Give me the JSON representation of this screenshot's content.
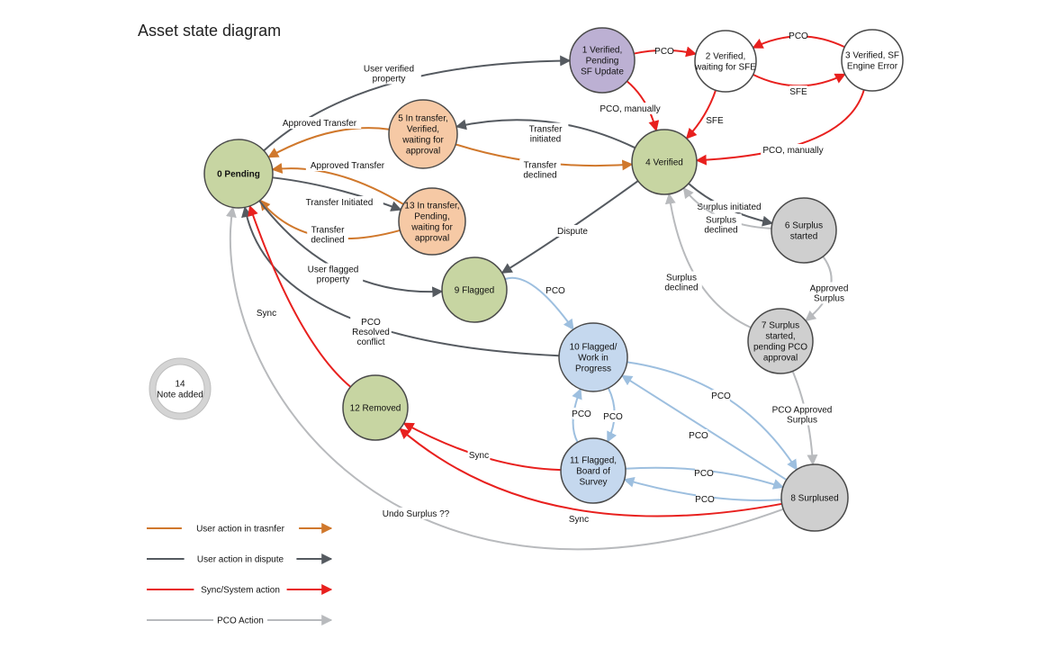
{
  "title": "Asset state diagram",
  "colors": {
    "transfer": "#d0782c",
    "dispute": "#555a60",
    "sync": "#e8201e",
    "pco": "#b8babd",
    "pco_blue": "#9dbfdf"
  },
  "nodes": [
    {
      "id": "n0",
      "lines": [
        "0 Pending"
      ],
      "fill": "#c7d5a2",
      "stroke": "#4a4a4a",
      "bold": true
    },
    {
      "id": "n1",
      "lines": [
        "1 Verified,",
        "Pending",
        "SF Update"
      ],
      "fill": "#bcb0d3",
      "stroke": "#4a4a4a"
    },
    {
      "id": "n2",
      "lines": [
        "2 Verified,",
        "waiting for SFE"
      ],
      "fill": "#ffffff",
      "stroke": "#4a4a4a"
    },
    {
      "id": "n3",
      "lines": [
        "3 Verified, SF",
        "Engine Error"
      ],
      "fill": "#ffffff",
      "stroke": "#4a4a4a"
    },
    {
      "id": "n4",
      "lines": [
        "4 Verified"
      ],
      "fill": "#c7d5a2",
      "stroke": "#4a4a4a"
    },
    {
      "id": "n5",
      "lines": [
        "5 In transfer,",
        "Verified,",
        "waiting for",
        "approval"
      ],
      "fill": "#f6c9a5",
      "stroke": "#4a4a4a"
    },
    {
      "id": "n6",
      "lines": [
        "6 Surplus",
        "started"
      ],
      "fill": "#cfcfcf",
      "stroke": "#4a4a4a"
    },
    {
      "id": "n7",
      "lines": [
        "7 Surplus",
        "started,",
        "pending PCO",
        "approval"
      ],
      "fill": "#cfcfcf",
      "stroke": "#4a4a4a"
    },
    {
      "id": "n8",
      "lines": [
        "8 Surplused"
      ],
      "fill": "#cfcfcf",
      "stroke": "#4a4a4a"
    },
    {
      "id": "n9",
      "lines": [
        "9 Flagged"
      ],
      "fill": "#c7d5a2",
      "stroke": "#4a4a4a"
    },
    {
      "id": "n10",
      "lines": [
        "10 Flagged/",
        "Work in",
        "Progress"
      ],
      "fill": "#c5d8ee",
      "stroke": "#4a4a4a"
    },
    {
      "id": "n11",
      "lines": [
        "11 Flagged,",
        "Board of",
        "Survey"
      ],
      "fill": "#c5d8ee",
      "stroke": "#4a4a4a"
    },
    {
      "id": "n12",
      "lines": [
        "12 Removed"
      ],
      "fill": "#c7d5a2",
      "stroke": "#4a4a4a"
    },
    {
      "id": "n13",
      "lines": [
        "13 In transfer,",
        "Pending,",
        "waiting for",
        "approval"
      ],
      "fill": "#f6c9a5",
      "stroke": "#4a4a4a"
    },
    {
      "id": "n14",
      "lines": [
        "14",
        "Note added"
      ],
      "fill": "#ffffff",
      "stroke": "#c8c8c8"
    }
  ],
  "edges": [
    {
      "from": "n0",
      "to": "n1",
      "type": "dispute",
      "label": [
        "User verified",
        "property"
      ]
    },
    {
      "from": "n1",
      "to": "n2",
      "type": "sync",
      "label": [
        "PCO"
      ]
    },
    {
      "from": "n3",
      "to": "n2",
      "type": "sync",
      "label": [
        "PCO"
      ]
    },
    {
      "from": "n2",
      "to": "n3",
      "type": "sync",
      "label": [
        "SFE"
      ]
    },
    {
      "from": "n1",
      "to": "n4",
      "type": "sync",
      "label": [
        "PCO, manually"
      ]
    },
    {
      "from": "n2",
      "to": "n4",
      "type": "sync",
      "label": [
        "SFE"
      ]
    },
    {
      "from": "n3",
      "to": "n4",
      "type": "sync",
      "label": [
        "PCO, manually"
      ]
    },
    {
      "from": "n5",
      "to": "n0",
      "type": "transfer",
      "label": [
        "Approved Transfer"
      ]
    },
    {
      "from": "n4",
      "to": "n5",
      "type": "dispute",
      "label": [
        "Transfer",
        "initiated"
      ]
    },
    {
      "from": "n5",
      "to": "n4",
      "type": "transfer",
      "label": [
        "Transfer",
        "declined"
      ]
    },
    {
      "from": "n13",
      "to": "n0",
      "type": "transfer",
      "label": [
        "Approved Transfer"
      ]
    },
    {
      "from": "n0",
      "to": "n13",
      "type": "dispute",
      "label": [
        "Transfer Initiated"
      ]
    },
    {
      "from": "n13",
      "to": "n0",
      "type": "transfer",
      "label": [
        "Transfer",
        "declined"
      ]
    },
    {
      "from": "n4",
      "to": "n9",
      "type": "dispute",
      "label": [
        "Dispute"
      ]
    },
    {
      "from": "n0",
      "to": "n9",
      "type": "dispute",
      "label": [
        "User flagged",
        "property"
      ]
    },
    {
      "from": "n4",
      "to": "n6",
      "type": "dispute",
      "label": [
        "Surplus initiated"
      ]
    },
    {
      "from": "n6",
      "to": "n4",
      "type": "pco",
      "label": [
        "Surplus",
        "declined"
      ]
    },
    {
      "from": "n6",
      "to": "n7",
      "type": "pco",
      "label": [
        "Approved",
        "Surplus"
      ]
    },
    {
      "from": "n7",
      "to": "n4",
      "type": "pco",
      "label": [
        "Surplus",
        "declined"
      ]
    },
    {
      "from": "n7",
      "to": "n8",
      "type": "pco",
      "label": [
        "PCO Approved",
        "Surplus"
      ]
    },
    {
      "from": "n9",
      "to": "n10",
      "type": "pco_blue",
      "label": [
        "PCO"
      ]
    },
    {
      "from": "n10",
      "to": "n0",
      "type": "dispute",
      "label": [
        "PCO",
        "Resolved",
        "conflict"
      ]
    },
    {
      "from": "n10",
      "to": "n8",
      "type": "pco_blue",
      "label": [
        "PCO"
      ]
    },
    {
      "from": "n8",
      "to": "n10",
      "type": "pco_blue",
      "label": [
        "PCO"
      ]
    },
    {
      "from": "n11",
      "to": "n10",
      "type": "pco_blue",
      "label": [
        "PCO"
      ]
    },
    {
      "from": "n10",
      "to": "n11",
      "type": "pco_blue",
      "label": [
        "PCO"
      ]
    },
    {
      "from": "n11",
      "to": "n8",
      "type": "pco_blue",
      "label": [
        "PCO"
      ]
    },
    {
      "from": "n8",
      "to": "n11",
      "type": "pco_blue",
      "label": [
        "PCO"
      ]
    },
    {
      "from": "n11",
      "to": "n12",
      "type": "sync",
      "label": [
        "Sync"
      ]
    },
    {
      "from": "n8",
      "to": "n12",
      "type": "sync",
      "label": [
        "Sync"
      ]
    },
    {
      "from": "n12",
      "to": "n0",
      "type": "sync",
      "label": [
        "Sync"
      ]
    },
    {
      "from": "n8",
      "to": "n0",
      "type": "pco",
      "label": [
        "Undo Surplus ??"
      ]
    }
  ],
  "legend": [
    {
      "type": "transfer",
      "label": "User action in trasnfer"
    },
    {
      "type": "dispute",
      "label": "User action in dispute"
    },
    {
      "type": "sync",
      "label": "Sync/System action"
    },
    {
      "type": "pco",
      "label": "PCO Action"
    }
  ]
}
